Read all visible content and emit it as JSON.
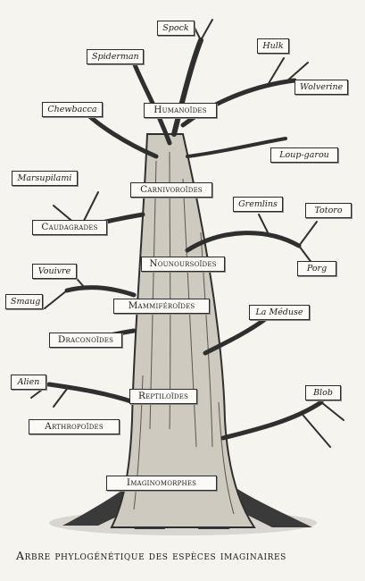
{
  "diagram": {
    "species": {
      "spock": "Spock",
      "spiderman": "Spiderman",
      "hulk": "Hulk",
      "wolverine": "Wolverine",
      "chewbacca": "Chewbacca",
      "loup_garou": "Loup-garou",
      "marsupilami": "Marsupilami",
      "gremlins": "Gremlins",
      "totoro": "Totoro",
      "porg": "Porg",
      "vouivre": "Vouivre",
      "smaug": "Smaug",
      "la_meduse": "La Méduse",
      "alien": "Alien",
      "blob": "Blob"
    },
    "groups": {
      "humanoides": "Humanoïdes",
      "carnivoroides": "Carnivoroïdes",
      "caudagrades": "Caudagrades",
      "nounoursoides": "Nounoursoïdes",
      "mammiferoides": "Mammiféroïdes",
      "draconoides": "Draconoïdes",
      "reptiloides": "Reptiloïdes",
      "arthropoides": "Arthropoïdes",
      "imaginomorphes": "Imaginomorphes"
    },
    "caption": "Arbre phylogénétique des espèces imaginaires"
  }
}
